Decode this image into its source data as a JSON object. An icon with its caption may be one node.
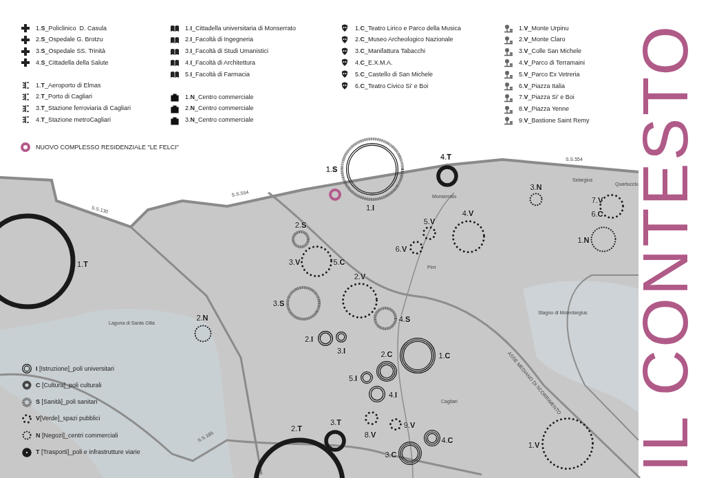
{
  "diagram": {
    "title": "IL **CONTESTO**",
    "nodes": [
      {
        "text": [],
        "shape": "circle"
      },
      {
        "text": [
          "1.**S**"
        ]
      },
      {
        "text": [
          "1.**I**"
        ],
        "in": 1
      },
      {
        "text": [
          "4.**T**"
        ]
      },
      {
        "text": [
          "3.**N**"
        ]
      },
      {
        "text": [
          "7.**V**",
          "6.**C**"
        ]
      },
      {
        "text": [
          "1.**N**"
        ]
      },
      {
        "text": [
          "4.**V**"
        ]
      },
      {
        "text": [
          "5.**V**"
        ]
      },
      {
        "text": [
          "6.**V**"
        ]
      },
      {
        "text": [
          "2.**S**"
        ]
      },
      {
        "text": [
          "3.**V**",
          "5.**C**"
        ]
      },
      {
        "text": [
          "3.**S**"
        ]
      },
      {
        "text": [
          "2.**V**"
        ]
      },
      {
        "text": [
          "4.**S**"
        ]
      },
      {
        "text": [
          "2.**N**"
        ]
      },
      {
        "text": [
          "2.**I**"
        ]
      },
      {
        "text": [
          "3.**I**"
        ]
      },
      {
        "text": [
          "1.**C**"
        ]
      },
      {
        "text": [
          "2.**C**"
        ]
      },
      {
        "text": [
          "5.**I**"
        ]
      },
      {
        "text": [
          "4.**I**"
        ]
      },
      {
        "text": [
          "8.**V**"
        ]
      },
      {
        "text": [
          "9.**V**"
        ]
      },
      {
        "text": [
          "4.**C**"
        ]
      },
      {
        "text": [
          "3.**C**"
        ]
      },
      {
        "text": [
          "3.**T**"
        ]
      },
      {
        "text": [
          "2.**T**"
        ]
      },
      {
        "text": [
          "1.**V**"
        ]
      },
      {
        "text": [
          "1.**T**"
        ]
      }
    ],
    "labels": [
      "S.S.554",
      "S.S.554",
      "S.S.130",
      "Selargius",
      "Quartucciu",
      "Monserrato",
      "Pirri",
      "Stagno di Molentargius",
      "Laguna di Santa Gilla",
      "ASSE MEDIANO DI SCORRIMENTO",
      "Cagliari",
      "S.S.195"
    ],
    "legend": [
      {
        "text": "1.**S**_Policlinico  D. Casula"
      },
      {
        "text": "2.**S**_Ospedale G. Brotzu"
      },
      {
        "text": "3.**S**_Ospedale SS. Trinità"
      },
      {
        "text": "4.**S**_Cittadella della Salute"
      },
      {
        "text": "1.**T**_Aeroporto di Elmas"
      },
      {
        "text": "2.**T**_Porto di Cagliari"
      },
      {
        "text": "3.**T**_Stazione ferroviaria di Cagliari"
      },
      {
        "text": "4.**T**_Stazione metroCagliari"
      },
      {
        "text": "1.**I**_Cittadella universitaria di Monserrato"
      },
      {
        "text": "2.**I**_Facoltà di Ingegneria"
      },
      {
        "text": "3.**I**_Facoltà di Studi Umanistici"
      },
      {
        "text": "4.**I**_Facoltà di Architettura"
      },
      {
        "text": "5.**I**_Facoltà di Farmacia"
      },
      {
        "text": "1.**N**_Centro commerciale"
      },
      {
        "text": "2.**N**_Centro commerciale"
      },
      {
        "text": "3.**N**_Centro commerciale"
      },
      {
        "text": "1.**C**_Teatro Lirico e Parco della Musica"
      },
      {
        "text": "2.**C**_Museo Archeologico Nazionale"
      },
      {
        "text": "3.**C**_Manifattura Tabacchi"
      },
      {
        "text": "4.**C**_E.X.M.A."
      },
      {
        "text": "5.**C**_Castello di San Michele"
      },
      {
        "text": "6.**C**_Teatro Civico Si' e Boi"
      },
      {
        "text": "1.**V**_Monte Urpinu"
      },
      {
        "text": "2.**V**_Monte Claro"
      },
      {
        "text": "3.**V**_Colle San Michele"
      },
      {
        "text": "4.**V**_Parco di Terramaini"
      },
      {
        "text": "5.**V**_Parco Ex Vetreria"
      },
      {
        "text": "6.**V**_Piazza Italia"
      },
      {
        "text": "7.**V**_Piazza Si' e Boi"
      },
      {
        "text": "8.**V**_Piazza Yenne"
      },
      {
        "text": "9.**V**_Bastione Saint Remy"
      },
      {
        "text": "NUOVO COMPLESSO RESIDENZIALE \"LE FELCI\"",
        "color": "#b45a8c"
      },
      {
        "text": "**I** [Istruzione]_poli universitari"
      },
      {
        "text": "**C** [Cultura]_poli culturali"
      },
      {
        "text": "**S** [Sanità]_poli sanitari"
      },
      {
        "text": "**V**[Verde]_spazi pubblici"
      },
      {
        "text": "**N** [Negozi]_centri commerciali"
      },
      {
        "text": "**T** [Trasporti]_poli e infrastrutture viarie"
      }
    ]
  }
}
